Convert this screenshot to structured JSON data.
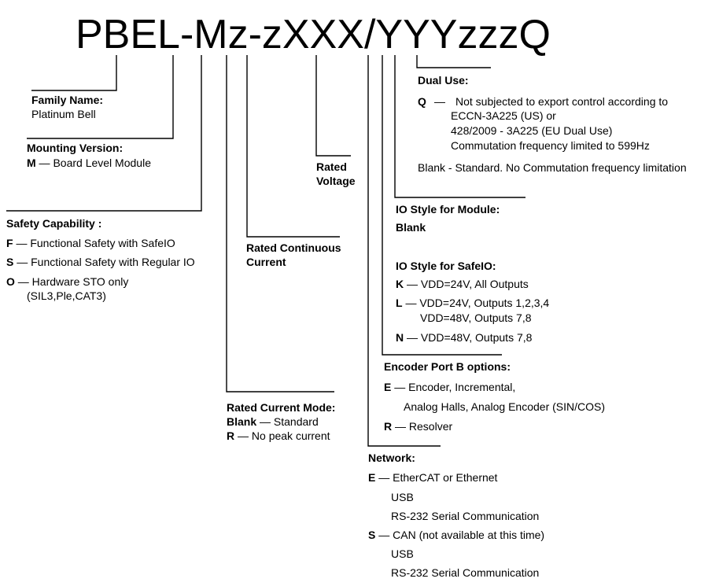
{
  "part_code": "PBEL-Mz-zXXX/YYYzzzQ",
  "line_color": "#000000",
  "family": {
    "title": "Family Name:",
    "value": "Platinum Bell"
  },
  "mounting": {
    "title": "Mounting Version:",
    "code": "M",
    "desc": " — Board Level Module"
  },
  "safety": {
    "title": "Safety Capability :",
    "items": [
      {
        "code": "F",
        "desc": " — Functional Safety with SafeIO"
      },
      {
        "code": "S",
        "desc": " — Functional Safety with Regular IO"
      },
      {
        "code": "O",
        "desc": " — Hardware STO only"
      }
    ],
    "note": "(SIL3,Ple,CAT3)"
  },
  "rated_continuous": {
    "line1": "Rated Continuous",
    "line2": "Current"
  },
  "rated_voltage": {
    "line1": "Rated",
    "line2": "Voltage"
  },
  "rated_current_mode": {
    "title": "Rated Current Mode:",
    "items": [
      {
        "code": "Blank",
        "desc": " — Standard"
      },
      {
        "code": "R",
        "desc": " — No peak current"
      }
    ]
  },
  "dual_use": {
    "title": "Dual Use:",
    "q_code": "Q",
    "q_dash": "—",
    "q_lines": [
      "Not subjected to export control according to",
      "ECCN-3A225 (US) or",
      "428/2009 - 3A225 (EU Dual Use)",
      "Commutation frequency limited to 599Hz"
    ],
    "blank": "Blank -  Standard. No Commutation frequency limitation"
  },
  "io_module": {
    "title": "IO Style for Module:",
    "value": "Blank"
  },
  "io_safe": {
    "title": "IO Style for SafeIO:",
    "k_code": "K",
    "k_desc": " — VDD=24V, All Outputs",
    "l_code": "L",
    "l_desc": " — VDD=24V, Outputs 1,2,3,4",
    "l_desc2": "VDD=48V, Outputs 7,8",
    "n_code": "N",
    "n_desc": " — VDD=48V, Outputs 7,8"
  },
  "encoder": {
    "title": "Encoder Port B options:",
    "e_code": "E",
    "e_desc": " — Encoder, Incremental,",
    "e_desc2": "Analog Halls, Analog Encoder (SIN/COS)",
    "r_code": "R",
    "r_desc": " — Resolver"
  },
  "network": {
    "title": "Network:",
    "e_code": "E",
    "e_desc": " — EtherCAT or Ethernet",
    "e_usb": "USB",
    "e_rs": "RS-232 Serial Communication",
    "s_code": "S",
    "s_desc": " — CAN (not available at this time)",
    "s_usb": "USB",
    "s_rs": "RS-232 Serial Communication"
  }
}
